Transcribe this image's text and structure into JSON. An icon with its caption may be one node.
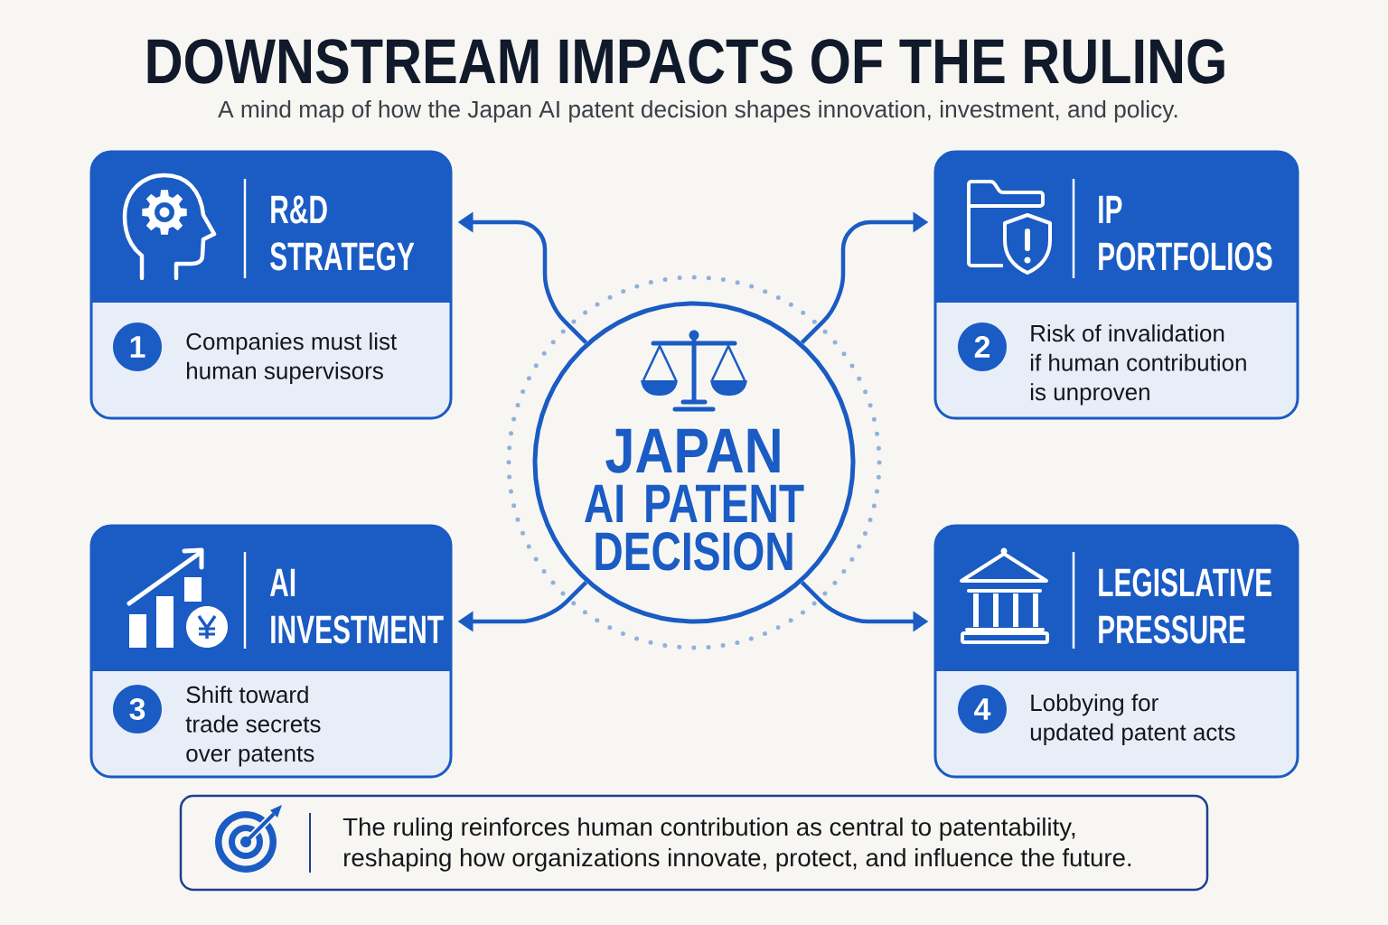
{
  "diagram": {
    "title": "DOWNSTREAM IMPACTS OF THE RULING",
    "nodes": [
      {
        "text": [
          "JAPAN",
          "AI PATENT DECISION"
        ]
      },
      {
        "text": [
          "R&D STRATEGY",
          "1",
          "Companies must list human supervisors"
        ]
      },
      {
        "text": [
          "IP PORTFOLIOS",
          "2",
          "Risk of invalidation if human contribution is unproven"
        ]
      },
      {
        "text": [
          "AI INVESTMENT",
          "3",
          "Shift toward trade secrets over patents"
        ]
      },
      {
        "text": [
          "LEGISLATIVE PRESSURE",
          "4",
          "Lobbying for updated patent acts"
        ]
      },
      {
        "text": [
          "The ruling reinforces human contribution as central to patentability, reshaping how organizations innovate, protect, and influence the future."
        ]
      }
    ],
    "edges": [
      {
        "from": 0,
        "to": 1,
        "arrow": "to"
      },
      {
        "from": 0,
        "to": 2,
        "arrow": "to"
      },
      {
        "from": 0,
        "to": 3,
        "arrow": "to"
      },
      {
        "from": 0,
        "to": 4,
        "arrow": "to"
      }
    ],
    "labels": [
      "A mind map of how the Japan AI patent decision shapes innovation, investment, and policy."
    ]
  }
}
